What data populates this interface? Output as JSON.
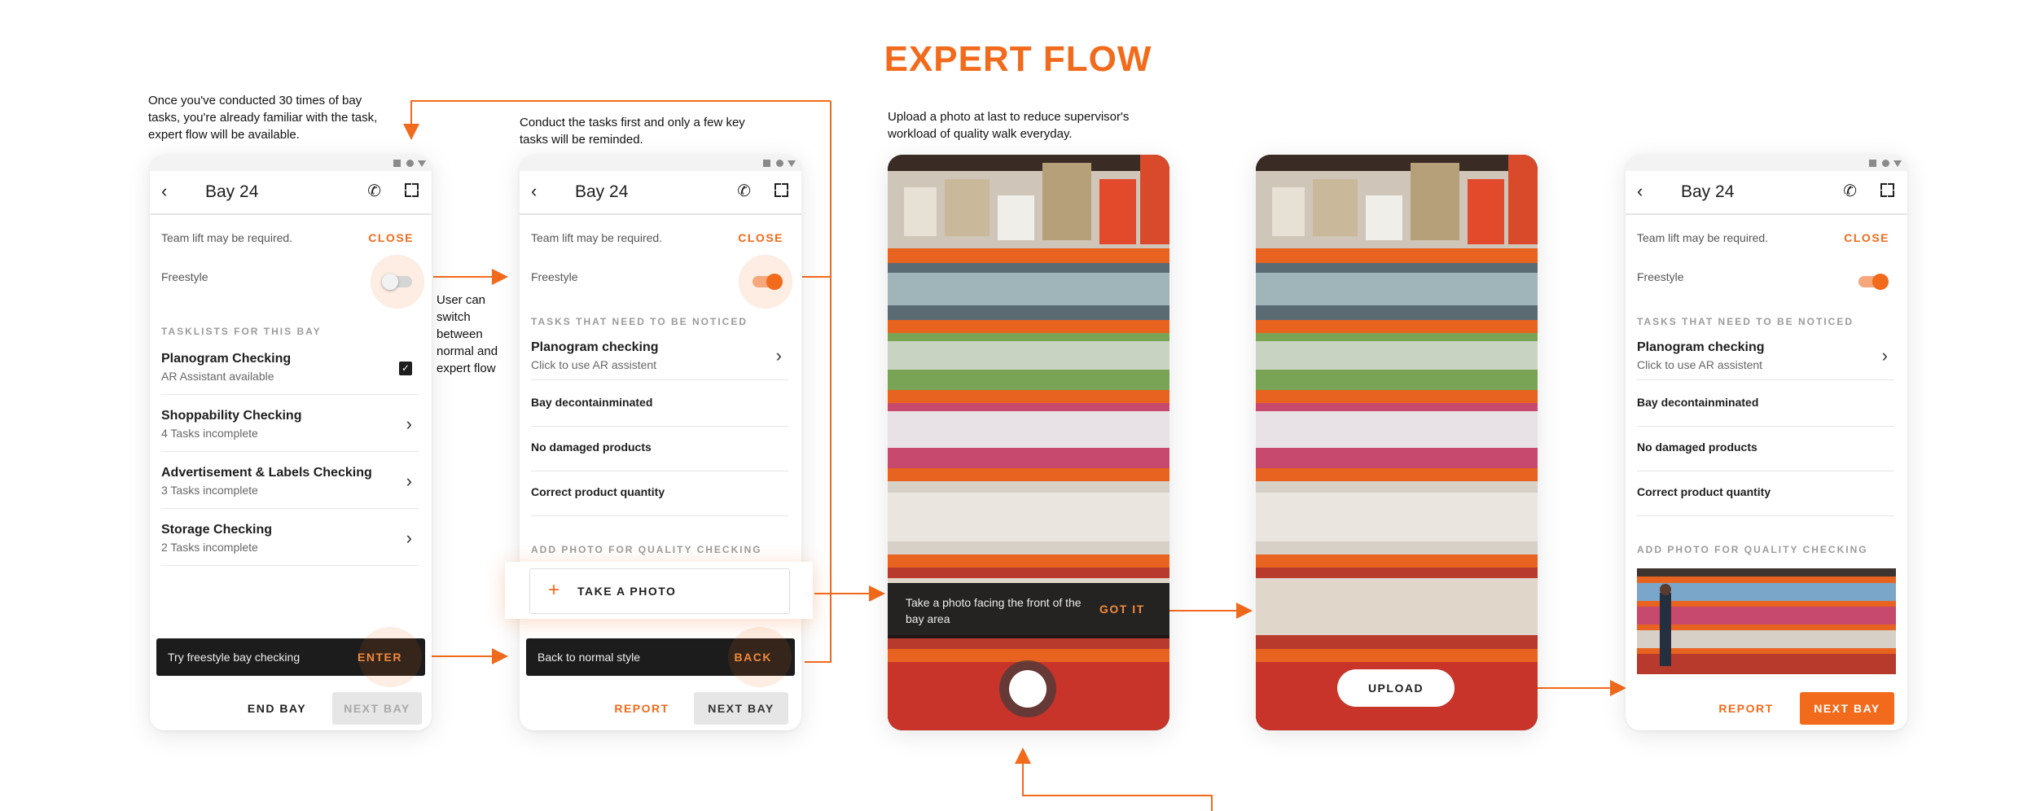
{
  "title": "EXPERT FLOW",
  "captions": {
    "c1": "Once you've conducted 30 times of bay tasks, you're already familiar with the task, expert flow will be available.",
    "c2": "Conduct the tasks first and only a few key tasks will be reminded.",
    "c3": "Upload a photo at last to reduce supervisor's workload of quality walk everyday.",
    "switch_note": "User can switch between normal and expert flow"
  },
  "common": {
    "bay_title": "Bay 24",
    "notice": "Team lift may be required.",
    "close": "CLOSE",
    "freestyle": "Freestyle"
  },
  "screen1": {
    "section": "TASKLISTS FOR THIS BAY",
    "items": [
      {
        "title": "Planogram Checking",
        "sub": "AR Assistant available"
      },
      {
        "title": "Shoppability Checking",
        "sub": "4 Tasks incomplete"
      },
      {
        "title": "Advertisement & Labels Checking",
        "sub": "3 Tasks incomplete"
      },
      {
        "title": "Storage Checking",
        "sub": "2 Tasks incomplete"
      }
    ],
    "toast_text": "Try freestyle bay checking",
    "toast_action": "ENTER",
    "end_bay": "END BAY",
    "next_bay": "NEXT BAY"
  },
  "screen2": {
    "section": "TASKS THAT NEED TO BE NOTICED",
    "planogram_title": "Planogram checking",
    "planogram_sub": "Click to use AR assistent",
    "tasks": [
      "Bay decontainminated",
      "No damaged products",
      "Correct product quantity"
    ],
    "photo_section": "ADD PHOTO FOR QUALITY CHECKING",
    "take_photo": "TAKE A PHOTO",
    "toast_text": "Back to normal style",
    "toast_action": "BACK",
    "report": "REPORT",
    "next_bay": "NEXT BAY"
  },
  "screen3": {
    "hint": "Take a photo facing the front of the bay area",
    "got_it": "GOT IT"
  },
  "screen4": {
    "upload": "UPLOAD"
  },
  "screen5": {
    "report": "REPORT",
    "next_bay": "NEXT BAY"
  },
  "colors": {
    "accent": "#f26a1b",
    "dark": "#1c1c1c"
  }
}
